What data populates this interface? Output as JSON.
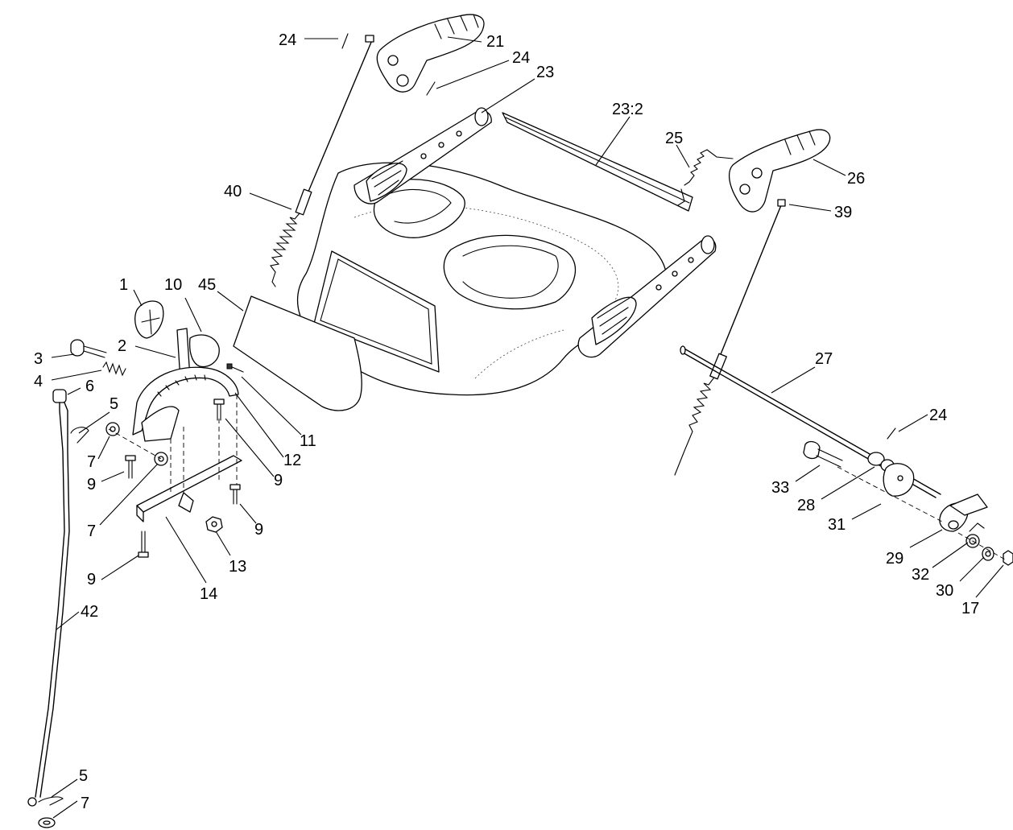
{
  "diagram": {
    "callouts": [
      {
        "id": "c24a",
        "text": "24"
      },
      {
        "id": "c21",
        "text": "21"
      },
      {
        "id": "c24b",
        "text": "24"
      },
      {
        "id": "c23",
        "text": "23"
      },
      {
        "id": "c23_2",
        "text": "23:2"
      },
      {
        "id": "c25",
        "text": "25"
      },
      {
        "id": "c26",
        "text": "26"
      },
      {
        "id": "c39",
        "text": "39"
      },
      {
        "id": "c40",
        "text": "40"
      },
      {
        "id": "c1",
        "text": "1"
      },
      {
        "id": "c10",
        "text": "10"
      },
      {
        "id": "c45",
        "text": "45"
      },
      {
        "id": "c2",
        "text": "2"
      },
      {
        "id": "c3",
        "text": "3"
      },
      {
        "id": "c4",
        "text": "4"
      },
      {
        "id": "c6",
        "text": "6"
      },
      {
        "id": "c5a",
        "text": "5"
      },
      {
        "id": "c7a",
        "text": "7"
      },
      {
        "id": "c9a",
        "text": "9"
      },
      {
        "id": "c11",
        "text": "11"
      },
      {
        "id": "c12",
        "text": "12"
      },
      {
        "id": "c9b",
        "text": "9"
      },
      {
        "id": "c7b",
        "text": "7"
      },
      {
        "id": "c9c",
        "text": "9"
      },
      {
        "id": "c9d",
        "text": "9"
      },
      {
        "id": "c13",
        "text": "13"
      },
      {
        "id": "c14",
        "text": "14"
      },
      {
        "id": "c42",
        "text": "42"
      },
      {
        "id": "c5b",
        "text": "5"
      },
      {
        "id": "c7c",
        "text": "7"
      },
      {
        "id": "c27",
        "text": "27"
      },
      {
        "id": "c24c",
        "text": "24"
      },
      {
        "id": "c33",
        "text": "33"
      },
      {
        "id": "c28",
        "text": "28"
      },
      {
        "id": "c31",
        "text": "31"
      },
      {
        "id": "c29",
        "text": "29"
      },
      {
        "id": "c32",
        "text": "32"
      },
      {
        "id": "c30",
        "text": "30"
      },
      {
        "id": "c17",
        "text": "17"
      }
    ]
  }
}
